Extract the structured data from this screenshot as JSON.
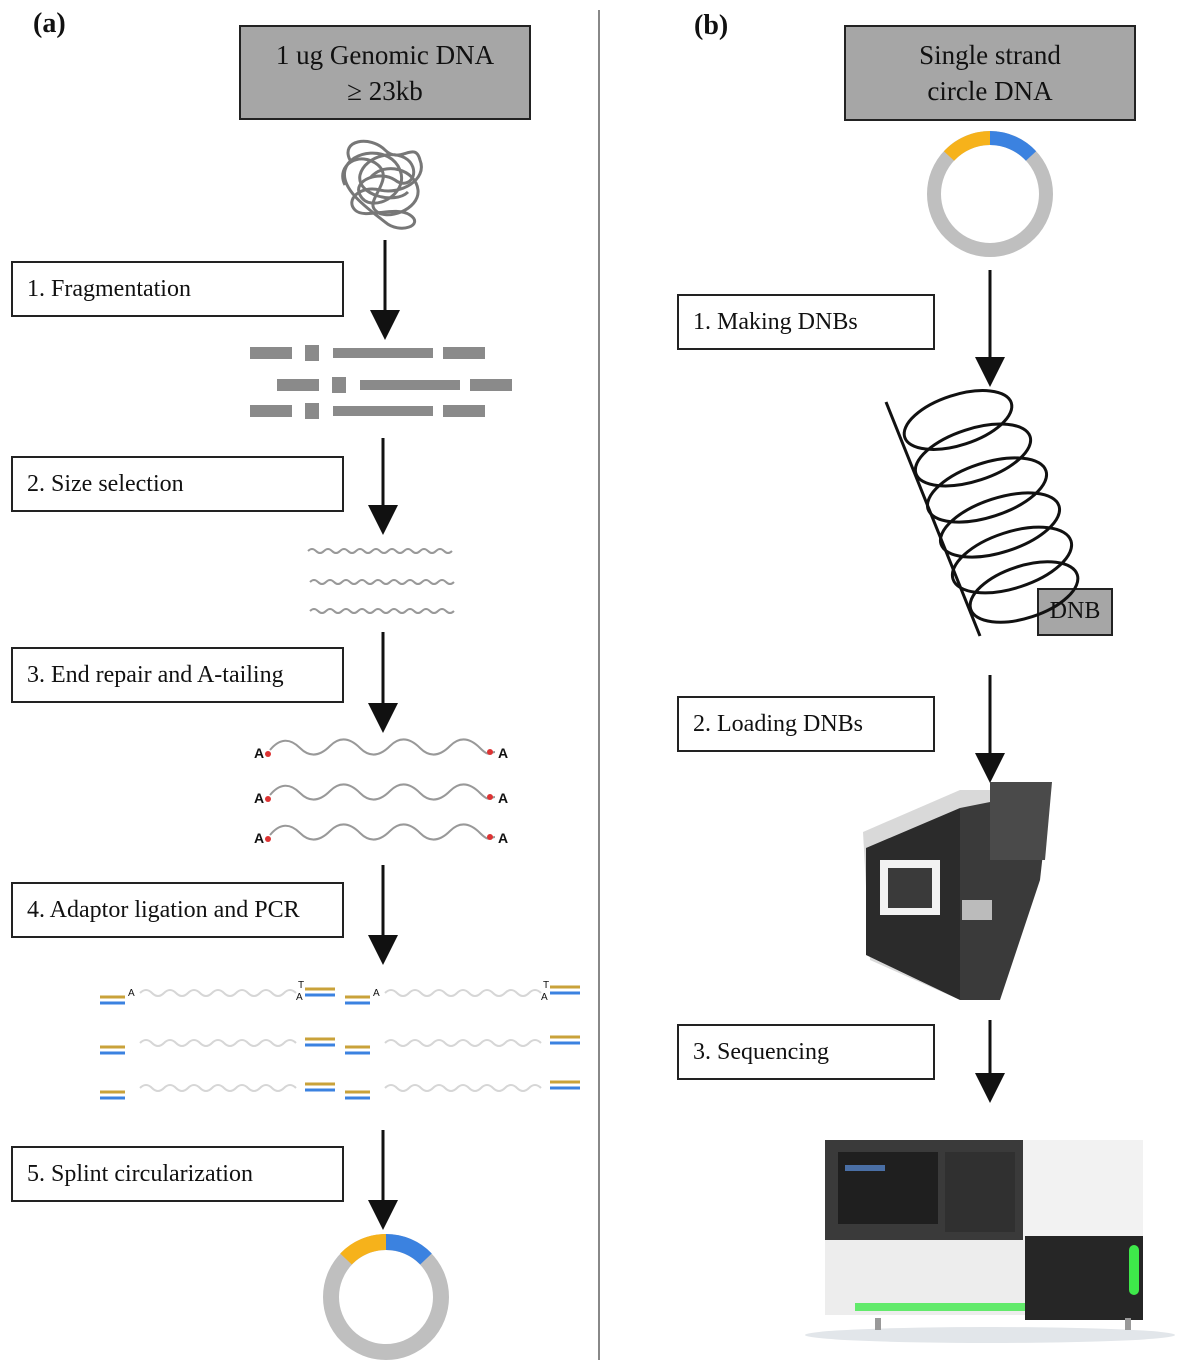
{
  "panel_a": {
    "label": "(a)",
    "source_box": {
      "line1": "1 ug Genomic DNA",
      "line2": "≥ 23kb"
    },
    "steps": [
      {
        "label": "1. Fragmentation"
      },
      {
        "label": "2. Size selection"
      },
      {
        "label": "3. End repair and A-tailing"
      },
      {
        "label": "4. Adaptor ligation and PCR"
      },
      {
        "label": "5. Splint circularization"
      }
    ],
    "tail_letter": "A",
    "adaptor_letters": {
      "a": "A",
      "t": "T"
    }
  },
  "panel_b": {
    "label": "(b)",
    "source_box": {
      "line1": "Single strand",
      "line2": "circle DNA"
    },
    "steps": [
      {
        "label": "1. Making DNBs"
      },
      {
        "label": "2. Loading DNBs"
      },
      {
        "label": "3. Sequencing"
      }
    ],
    "dnb_label": "DNB"
  },
  "colors": {
    "ring_gray": "#bfbfbf",
    "ring_yellow": "#f6b21b",
    "ring_blue": "#3b82e0",
    "box_gray": "#a6a6a6",
    "led_green": "#3ee84a"
  }
}
